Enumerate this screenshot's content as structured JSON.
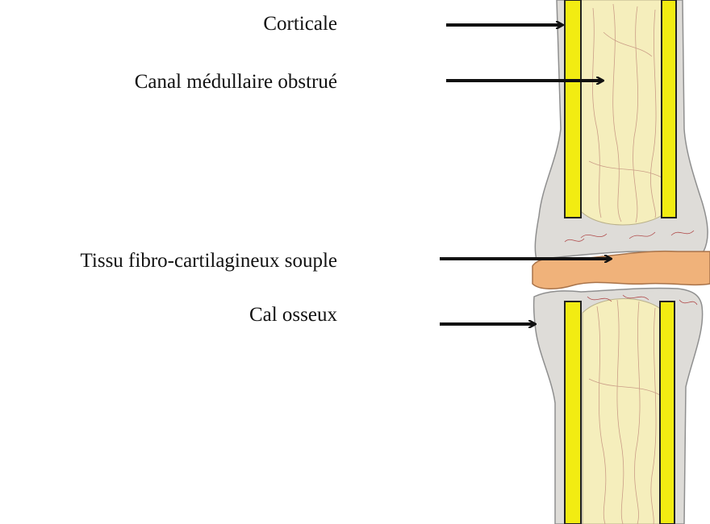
{
  "labels": {
    "corticale": "Corticale",
    "canal": "Canal médullaire obstrué",
    "tissu": "Tissu fibro-cartilagineux souple",
    "cal": "Cal osseux"
  },
  "colors": {
    "cortex": "#f2ec12",
    "marrow": "#f6eebe",
    "callus_bone": "#dcdcdc",
    "fibrocartilage": "#f0b27a",
    "vessel": "#b04a4a",
    "arrow": "#111111"
  }
}
